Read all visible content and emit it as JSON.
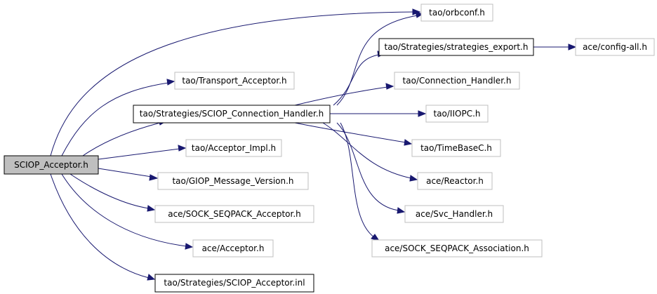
{
  "nodes": {
    "sciop_acceptor_h": "SCIOP_Acceptor.h",
    "orbconf_h": "tao/orbconf.h",
    "strategies_export_h": "tao/Strategies/strategies_export.h",
    "config_all_h": "ace/config-all.h",
    "transport_acceptor_h": "tao/Transport_Acceptor.h",
    "connection_handler_h": "tao/Connection_Handler.h",
    "sciop_connection_handler_h": "tao/Strategies/SCIOP_Connection_Handler.h",
    "iiopc_h": "tao/IIOPC.h",
    "timebasec_h": "tao/TimeBaseC.h",
    "acceptor_impl_h": "tao/Acceptor_Impl.h",
    "giop_message_version_h": "tao/GIOP_Message_Version.h",
    "reactor_h": "ace/Reactor.h",
    "sock_seqpack_acceptor_h": "ace/SOCK_SEQPACK_Acceptor.h",
    "svc_handler_h": "ace/Svc_Handler.h",
    "sock_seqpack_association_h": "ace/SOCK_SEQPACK_Association.h",
    "acceptor_h": "ace/Acceptor.h",
    "sciop_acceptor_inl": "tao/Strategies/SCIOP_Acceptor.inl"
  },
  "colors": {
    "edge": "#191970",
    "linked_border": "#000000",
    "unlinked_border": "#bfbfbf",
    "focus_fill": "#bfbfbf"
  }
}
